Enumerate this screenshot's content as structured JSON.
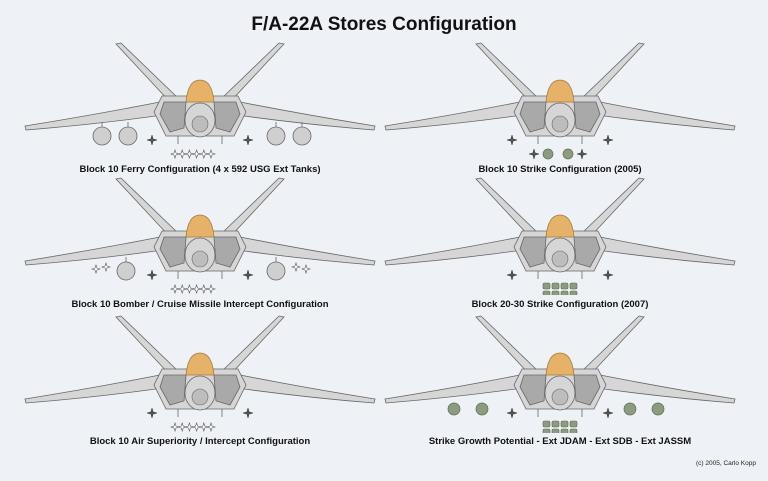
{
  "title": "F/A-22A Stores Configuration",
  "credit": "(c) 2005, Carlo Kopp",
  "colors": {
    "background": "#eef1f6",
    "airframe": "#d6d6d6",
    "outline": "#666666",
    "canopy": "#e6b26a",
    "tank": "#cfcfcf",
    "strike_store": "#8c9c80"
  },
  "panels": [
    {
      "id": "ferry",
      "caption": "Block 10 Ferry Configuration (4 x 592 USG Ext Tanks)",
      "stores": [
        "ext-tank",
        "ext-tank",
        "ext-tank",
        "ext-tank",
        "bay-missiles",
        "sidewinders"
      ]
    },
    {
      "id": "strike-2005",
      "caption": "Block 10 Strike Configuration (2005)",
      "stores": [
        "jdam",
        "jdam",
        "sidewinders"
      ]
    },
    {
      "id": "bomber-cmi",
      "caption": "Block 10 Bomber / Cruise Missile Intercept Configuration",
      "stores": [
        "ext-tank",
        "ext-tank",
        "ext-missile-pair",
        "ext-missile-pair",
        "bay-missiles",
        "sidewinders"
      ]
    },
    {
      "id": "strike-2007",
      "caption": "Block 20-30 Strike Configuration (2007)",
      "stores": [
        "sdb-rack",
        "sidewinders"
      ]
    },
    {
      "id": "air-superiority",
      "caption": "Block 10 Air Superiority / Intercept Configuration",
      "stores": [
        "bay-missiles",
        "sidewinders"
      ]
    },
    {
      "id": "strike-growth",
      "caption": "Strike Growth Potential - Ext JDAM - Ext SDB - Ext JASSM",
      "stores": [
        "ext-jdam",
        "ext-jdam",
        "ext-jdam",
        "ext-jdam",
        "sdb-rack",
        "sidewinders"
      ]
    }
  ]
}
